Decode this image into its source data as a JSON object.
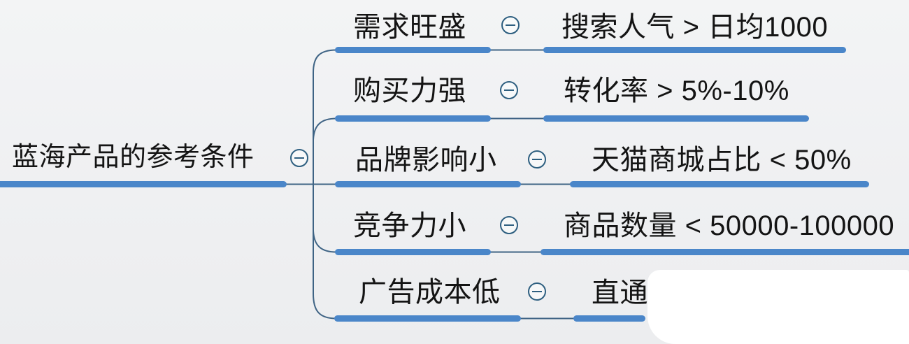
{
  "mindmap": {
    "root": {
      "label": "蓝海产品的参考条件"
    },
    "branches": [
      {
        "label": "需求旺盛",
        "detail": "搜索人气 > 日均1000"
      },
      {
        "label": "购买力强",
        "detail": "转化率 > 5%-10%"
      },
      {
        "label": "品牌影响小",
        "detail": "天猫商城占比 < 50%"
      },
      {
        "label": "竞争力小",
        "detail": "商品数量 < 50000-100000"
      },
      {
        "label": "广告成本低",
        "detail": "直通"
      }
    ],
    "icons": {
      "collapse": "minus-circle"
    },
    "colors": {
      "node_bar": "#4a86c9",
      "connector_line": "#3e6384",
      "icon_outline": "#2e5f80",
      "text": "#141414",
      "background": "#f0f1f2"
    }
  }
}
